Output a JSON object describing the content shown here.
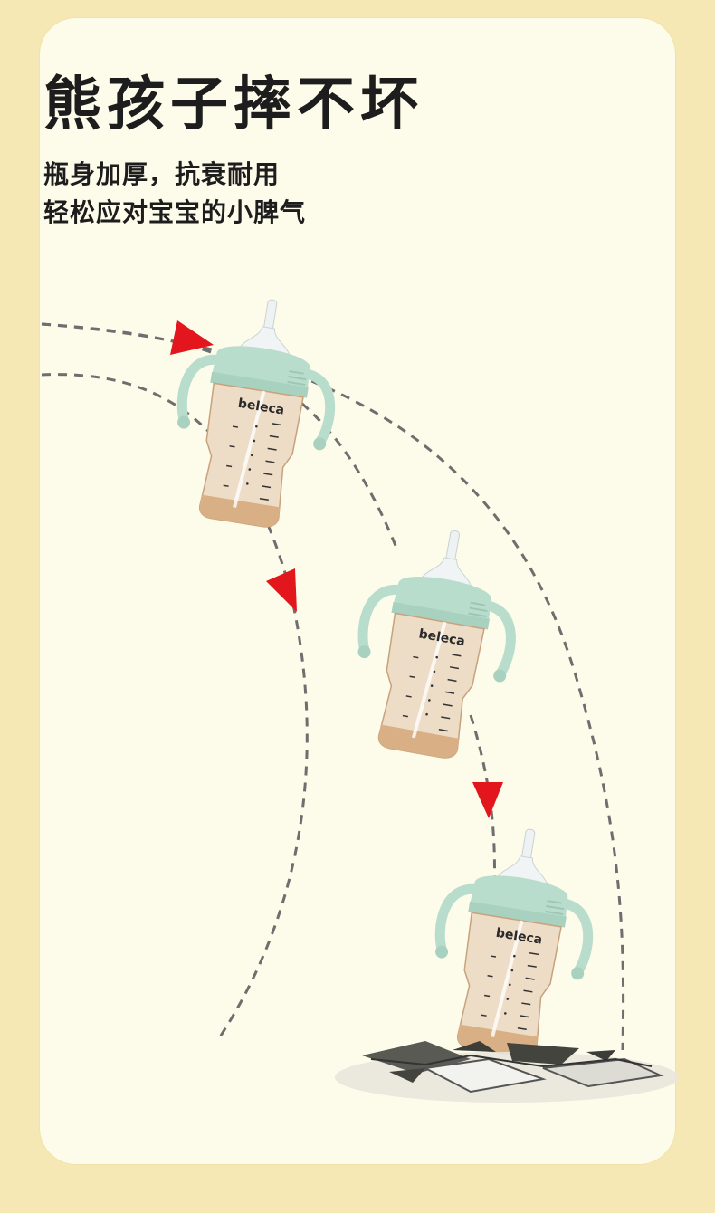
{
  "headline": "熊孩子摔不坏",
  "subtitle": {
    "line1": "瓶身加厚，抗衰耐用",
    "line2": "轻松应对宝宝的小脾气"
  },
  "product": {
    "brand": "beleca"
  },
  "colors": {
    "page_background": "#f6e8b4",
    "card_background": "#fdfbe9",
    "handle_green": "#b9ddcc",
    "bottle_amber": "#e8c9a6",
    "arrow_red": "#e2161c",
    "dash_gray": "#6e6e6e"
  }
}
